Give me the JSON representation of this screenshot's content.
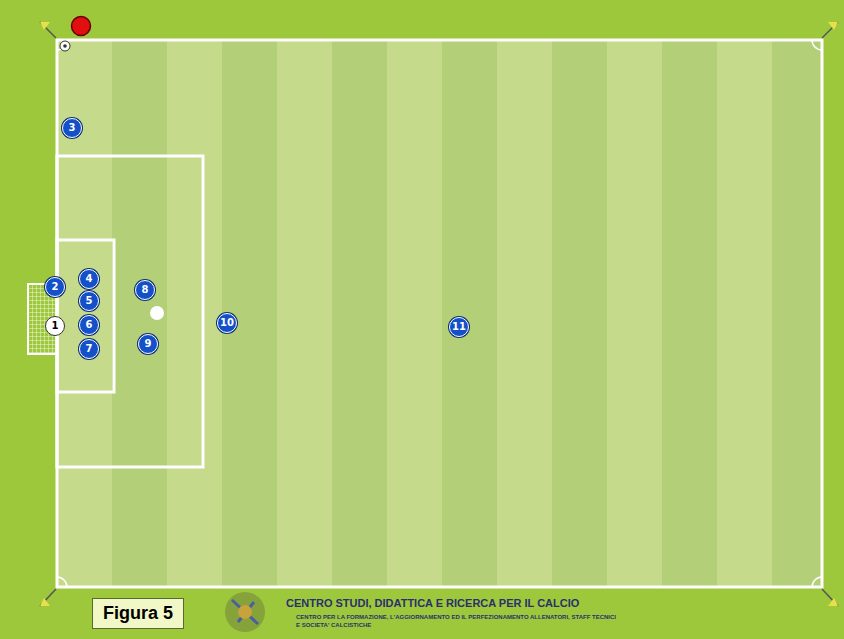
{
  "diagram": {
    "nodes": [
      {
        "text": [
          "1"
        ]
      },
      {
        "text": [
          "2"
        ]
      },
      {
        "text": [
          "3"
        ]
      },
      {
        "text": [
          "4"
        ]
      },
      {
        "text": [
          "5"
        ]
      },
      {
        "text": [
          "6"
        ]
      },
      {
        "text": [
          "7"
        ]
      },
      {
        "text": [
          "8"
        ]
      },
      {
        "text": [
          "9"
        ]
      },
      {
        "text": [
          "10"
        ]
      },
      {
        "text": [
          "11"
        ]
      },
      {
        "text": [
          "Figura 5"
        ]
      }
    ],
    "labels": [
      "CENTRO STUDI, DIDATTICA E RICERCA PER IL CALCIO",
      "CENTRO PER LA FORMAZIONE, L'AGGIORNAMENTO ED IL PERFEZIONAMENTO ALLENATORI, STAFF TECNICI E SOCIETA' CALCISTICHE"
    ]
  }
}
